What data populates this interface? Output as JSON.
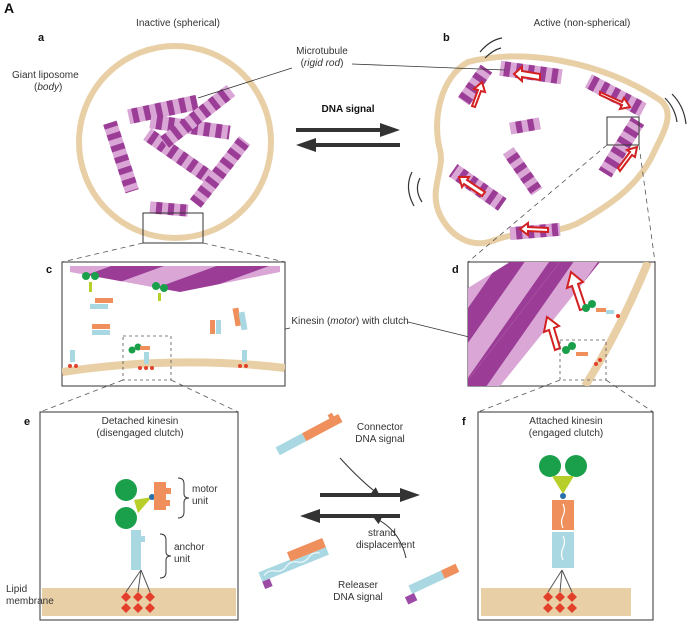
{
  "figure_label": "A",
  "panels": {
    "a": {
      "letter": "a",
      "title": "Inactive (spherical)"
    },
    "b": {
      "letter": "b",
      "title": "Active (non-spherical)"
    },
    "c": {
      "letter": "c"
    },
    "d": {
      "letter": "d"
    },
    "e": {
      "letter": "e",
      "title_line1": "Detached kinesin",
      "title_line2": "(disengaged clutch)"
    },
    "f": {
      "letter": "f",
      "title_line1": "Attached kinesin",
      "title_line2": "(engaged clutch)"
    }
  },
  "labels": {
    "microtubule": "Microtubule",
    "rigid_rod": "rigid rod",
    "giant_liposome": "Giant liposome",
    "body": "body",
    "dna_signal": "DNA signal",
    "kinesin_pre": "Kinesin (",
    "kinesin_motor": "motor",
    "kinesin_post": ") with clutch",
    "connector_line1": "Connector",
    "connector_line2": "DNA signal",
    "strand_line1": "strand",
    "strand_line2": "displacement",
    "releaser_line1": "Releaser",
    "releaser_line2": "DNA signal",
    "motor_unit_line1": "motor",
    "motor_unit_line2": "unit",
    "anchor_unit_line1": "anchor",
    "anchor_unit_line2": "unit",
    "lipid_line1": "Lipid",
    "lipid_line2": "membrane"
  },
  "colors": {
    "membrane": "#e8cfa6",
    "microtubule_dark": "#9b3d96",
    "microtubule_light": "#d9a6d6",
    "arrow_red": "#d32020",
    "kinesin_green": "#1aa04a",
    "neck_yellow": "#b8cf2a",
    "dna_orange": "#ef8f5c",
    "dna_blue": "#a9d8e2",
    "dna_purple": "#9c4aa6",
    "anchor_red": "#e2402a",
    "line": "#333333"
  }
}
